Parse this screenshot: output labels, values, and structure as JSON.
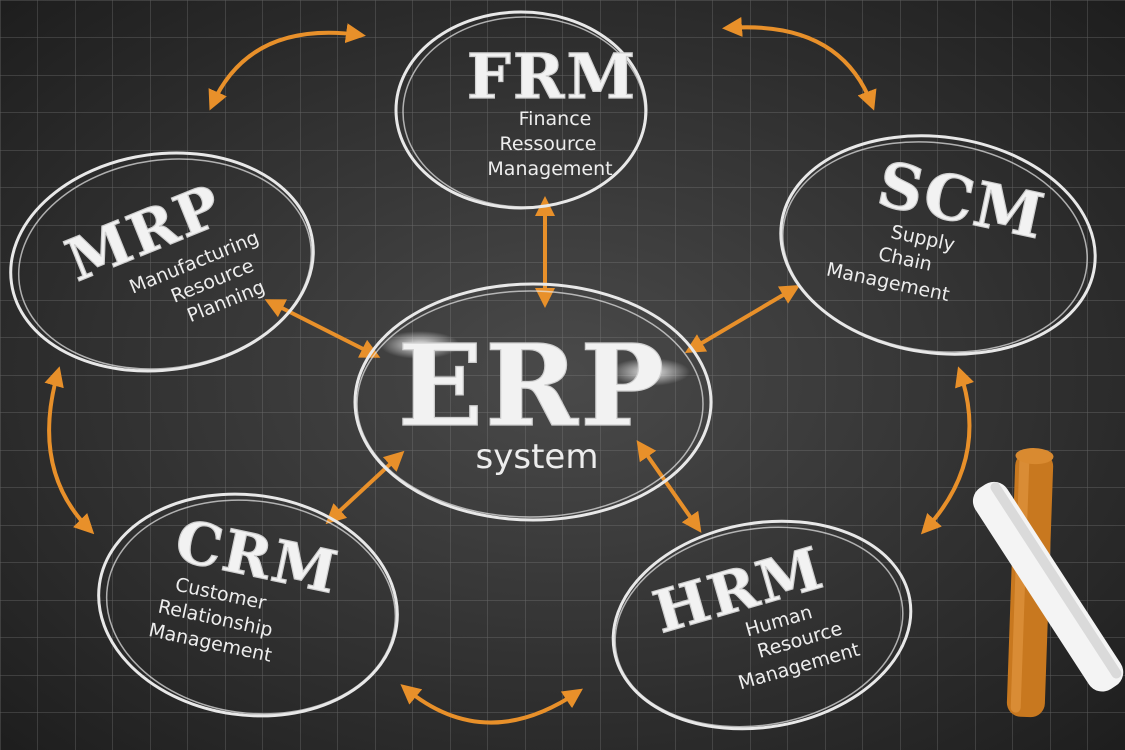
{
  "colors": {
    "board": "#2a2a2a",
    "grid": "#8a8a8a",
    "chalk": "#f2f2f2",
    "arrow": "#e8902a",
    "chalk_orange": "#c8781f"
  },
  "center": {
    "title": "ERP",
    "subtitle": "system"
  },
  "modules": {
    "frm": {
      "title": "FRM",
      "lines": [
        "Finance",
        "Ressource",
        "Management"
      ]
    },
    "mrp": {
      "title": "MRP",
      "lines": [
        "Manufacturing",
        "Resource",
        "Planning"
      ]
    },
    "scm": {
      "title": "SCM",
      "lines": [
        "Supply",
        "Chain",
        "Management"
      ]
    },
    "crm": {
      "title": "CRM",
      "lines": [
        "Customer",
        "Relationship",
        "Management"
      ]
    },
    "hrm": {
      "title": "HRM",
      "lines": [
        "Human",
        "Resource",
        "Management"
      ]
    }
  }
}
